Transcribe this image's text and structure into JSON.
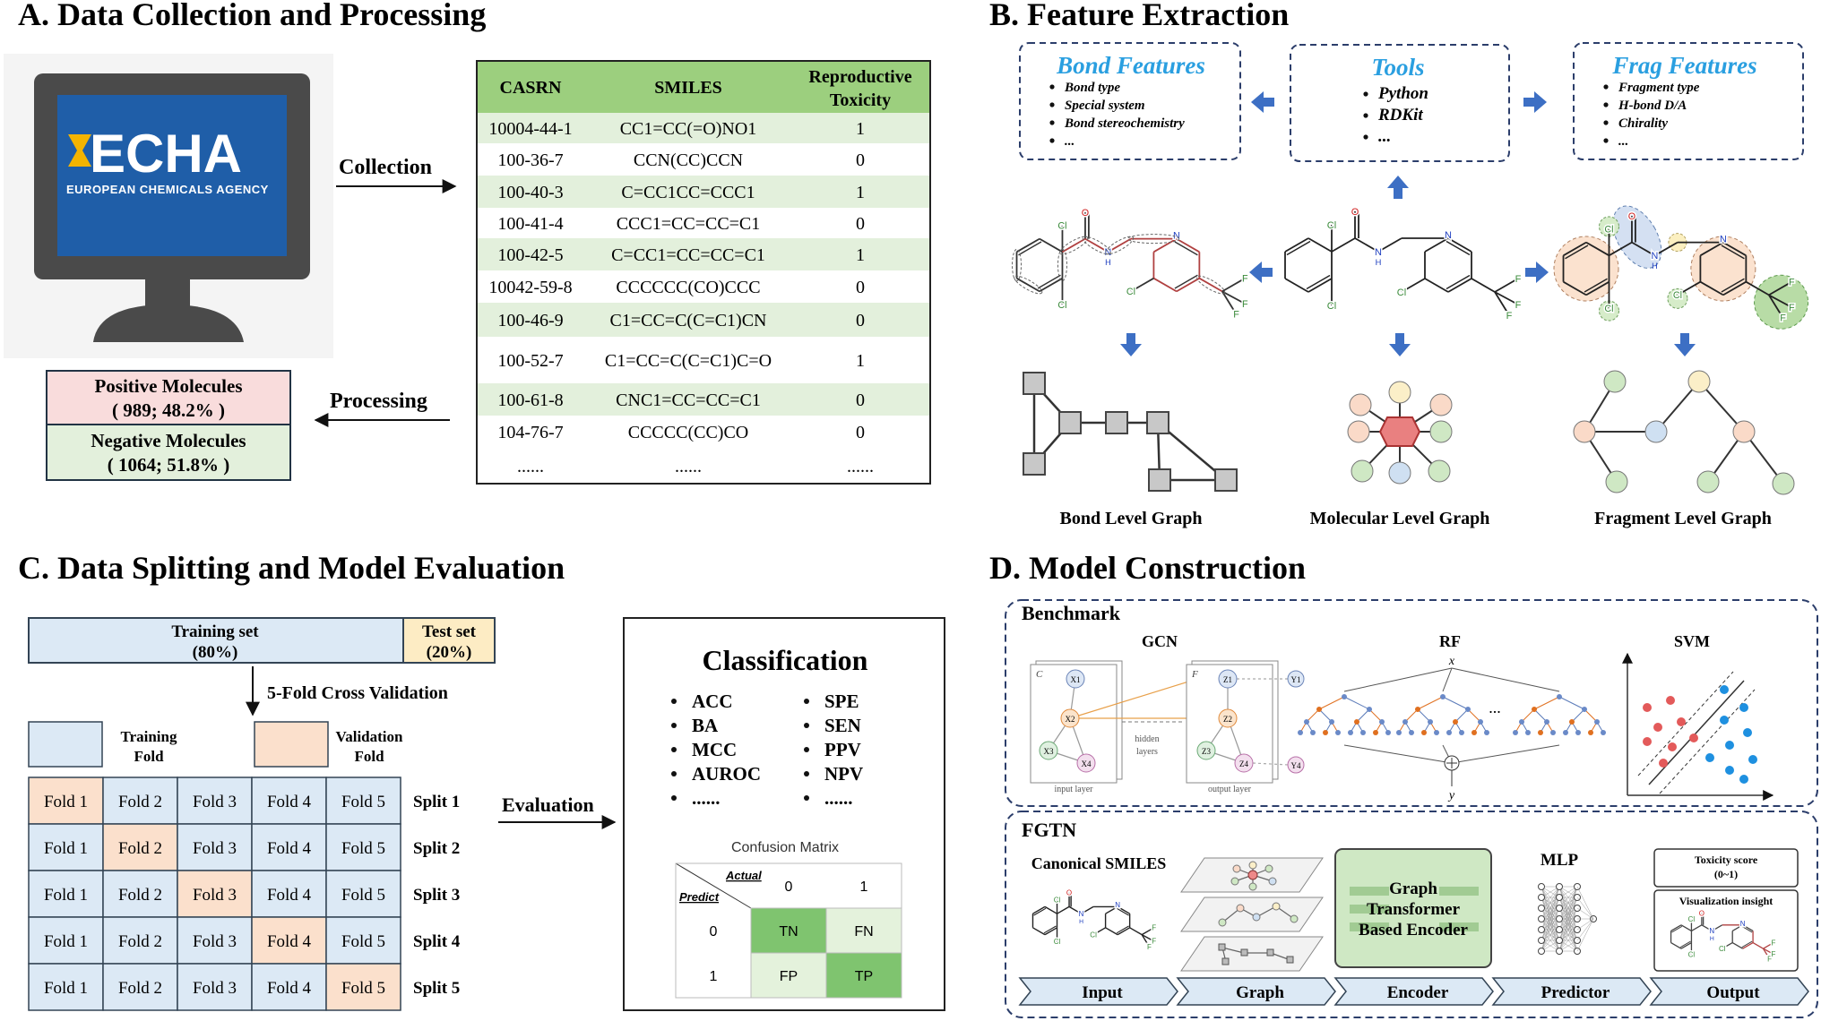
{
  "panelA": {
    "title": "A. Data Collection and Processing",
    "echa_logo": "ECHA",
    "echa_sub": "EUROPEAN CHEMICALS AGENCY",
    "arrow_collection": "Collection",
    "arrow_processing": "Processing",
    "positive_line1": "Positive Molecules",
    "positive_line2": "( 989; 48.2% )",
    "negative_line1": "Negative Molecules",
    "negative_line2": "( 1064; 51.8% )",
    "table_headers": [
      "CASRN",
      "SMILES",
      "Reproductive",
      "Toxicity"
    ],
    "table_rows": [
      [
        "10004-44-1",
        "CC1=CC(=O)NO1",
        "1"
      ],
      [
        "100-36-7",
        "CCN(CC)CCN",
        "0"
      ],
      [
        "100-40-3",
        "C=CC1CC=CCC1",
        "1"
      ],
      [
        "100-41-4",
        "CCC1=CC=CC=C1",
        "0"
      ],
      [
        "100-42-5",
        "C=CC1=CC=CC=C1",
        "1"
      ],
      [
        "10042-59-8",
        "CCCCCC(CO)CCC",
        "0"
      ],
      [
        "100-46-9",
        "C1=CC=C(C=C1)CN",
        "0"
      ],
      [
        "100-52-7",
        "C1=CC=C(C=C1)C=O",
        "1"
      ],
      [
        "100-61-8",
        "CNC1=CC=CC=C1",
        "0"
      ],
      [
        "104-76-7",
        "CCCCC(CC)CO",
        "0"
      ],
      [
        "......",
        "......",
        "......"
      ]
    ]
  },
  "panelB": {
    "title": "B. Feature Extraction",
    "bond_title": "Bond Features",
    "bond_items": [
      "Bond type",
      "Special system",
      "Bond stereochemistry",
      "..."
    ],
    "tools_title": "Tools",
    "tools_items": [
      "Python",
      "RDKit",
      "..."
    ],
    "frag_title": "Frag Features",
    "frag_items": [
      "Fragment type",
      "H-bond D/A",
      "Chirality",
      "..."
    ],
    "label_bond_graph": "Bond Level Graph",
    "label_mol_graph": "Molecular Level Graph",
    "label_frag_graph": "Fragment Level Graph",
    "atom_cl": "Cl",
    "atom_o": "O",
    "atom_n": "N",
    "atom_h": "H",
    "atom_f": "F"
  },
  "panelC": {
    "title": "C. Data Splitting and Model Evaluation",
    "training_set": "Training set",
    "training_pct": "(80%)",
    "test_set": "Test set",
    "test_pct": "(20%)",
    "cv_label": "5-Fold Cross Validation",
    "legend_training_1": "Training",
    "legend_training_2": "Fold",
    "legend_validation_1": "Validation",
    "legend_validation_2": "Fold",
    "folds": [
      "Fold 1",
      "Fold 2",
      "Fold 3",
      "Fold 4",
      "Fold 5"
    ],
    "splits": [
      "Split 1",
      "Split 2",
      "Split 3",
      "Split 4",
      "Split 5"
    ],
    "evaluation": "Evaluation",
    "classification": "Classification",
    "metrics_left": [
      "ACC",
      "BA",
      "MCC",
      "AUROC",
      "......"
    ],
    "metrics_right": [
      "SPE",
      "SEN",
      "PPV",
      "NPV",
      "......"
    ],
    "cm_title": "Confusion Matrix",
    "cm_actual": "Actual",
    "cm_predict": "Predict",
    "cm_labels": [
      "0",
      "1"
    ],
    "cm_cells": [
      "TN",
      "FN",
      "FP",
      "TP"
    ],
    "colors": {
      "training": "#dce9f5",
      "validation": "#fbe0cc",
      "cm_dark": "#7fc46f",
      "cm_light": "#e4f2dc"
    }
  },
  "panelD": {
    "title": "D. Model Construction",
    "benchmark": "Benchmark",
    "gcn": "GCN",
    "rf": "RF",
    "svm": "SVM",
    "gcn_hidden_1": "hidden",
    "gcn_hidden_2": "layers",
    "gcn_input": "input layer",
    "gcn_output": "output layer",
    "gcn_c": "C",
    "gcn_f": "F",
    "gcn_x": [
      "X1",
      "X2",
      "X3",
      "X4"
    ],
    "gcn_z": [
      "Z1",
      "Z2",
      "Z3",
      "Z4"
    ],
    "gcn_y": [
      "Y1",
      "Y4"
    ],
    "rf_x": "x",
    "rf_y": "y",
    "rf_dots": "...",
    "fgtn": "FGTN",
    "canonical": "Canonical SMILES",
    "encoder_lines": [
      "Graph",
      "Transformer",
      "Based Encoder"
    ],
    "mlp": "MLP",
    "tox_score_1": "Toxicity score",
    "tox_score_2": "(0~1)",
    "vis_insight": "Visualization insight",
    "pipeline": [
      "Input",
      "Graph",
      "Encoder",
      "Predictor",
      "Output"
    ]
  }
}
